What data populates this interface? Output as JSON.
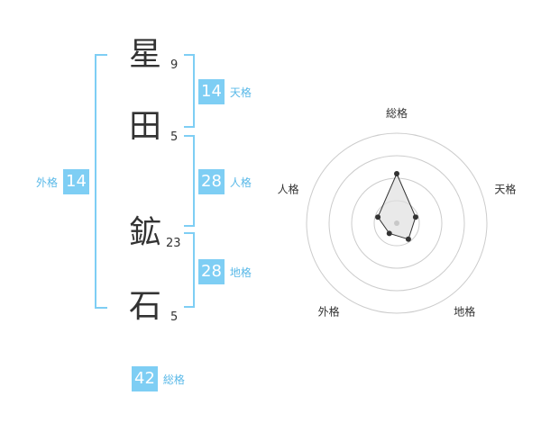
{
  "name": {
    "chars": [
      {
        "char": "星",
        "strokes": "9"
      },
      {
        "char": "田",
        "strokes": "5"
      },
      {
        "char": "鉱",
        "strokes": "23"
      },
      {
        "char": "石",
        "strokes": "5"
      }
    ]
  },
  "grids": {
    "tenkaku": {
      "value": "14",
      "label": "天格"
    },
    "jinkaku": {
      "value": "28",
      "label": "人格"
    },
    "chikaku": {
      "value": "28",
      "label": "地格"
    },
    "gaikaku": {
      "value": "14",
      "label": "外格"
    },
    "soukaku": {
      "value": "42",
      "label": "総格"
    }
  },
  "chart_data": {
    "type": "radar",
    "axes": [
      "総格",
      "天格",
      "地格",
      "外格",
      "人格"
    ],
    "values": [
      0.55,
      0.22,
      0.22,
      0.14,
      0.22
    ],
    "rings": 4,
    "colors": {
      "fill": "#e0e0e0",
      "stroke": "#333333",
      "grid": "#cccccc"
    }
  }
}
